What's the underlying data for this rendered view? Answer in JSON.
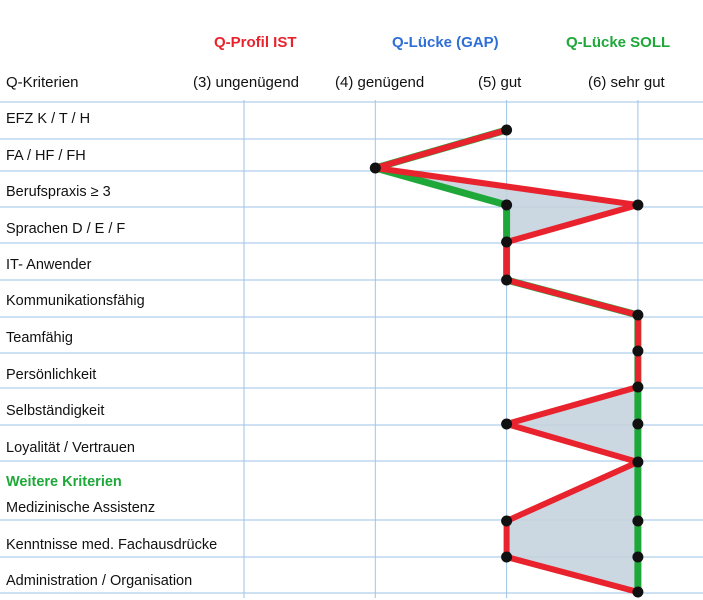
{
  "legend": {
    "ist": "Q-Profil IST",
    "gap": "Q-Lücke (GAP)",
    "soll": "Q-Lücke SOLL"
  },
  "header": {
    "criteria": "Q-Kriterien",
    "levels": [
      "(3) ungenügend",
      "(4) genügend",
      "(5) gut",
      "(6) sehr gut"
    ]
  },
  "section_label": "Weitere Kriterien",
  "colors": {
    "ist": "#e8232e",
    "gap": "#2e6fd6",
    "soll": "#1fa83a",
    "gap_fill": "#c5d3de",
    "grid": "#9ec3e6"
  },
  "chart_data": {
    "type": "line",
    "orientation": "horizontal",
    "x_ticks": [
      3,
      4,
      5,
      6
    ],
    "x_tick_labels": [
      "(3) ungenügend",
      "(4) genügend",
      "(5) gut",
      "(6) sehr gut"
    ],
    "xlim": [
      2,
      6
    ],
    "grid": true,
    "categories": [
      "EFZ  K / T / H",
      "FA / HF / FH",
      "Berufspraxis ≥ 3",
      "Sprachen D / E / F",
      "IT- Anwender",
      "Kommunikationsfähig",
      "Teamfähig",
      "Persönlichkeit",
      "Selbständigkeit",
      "Loyalität / Vertrauen",
      "Medizinische Assistenz",
      "Kenntnisse med. Fachausdrücke",
      "Administration / Organisation"
    ],
    "series": [
      {
        "name": "Q-Lücke SOLL",
        "values": [
          5,
          4,
          5,
          5,
          5,
          6,
          6,
          6,
          6,
          6,
          6,
          6,
          6
        ]
      },
      {
        "name": "Q-Profil IST",
        "values": [
          5,
          4,
          6,
          5,
          5,
          6,
          6,
          6,
          5,
          6,
          5,
          5,
          6
        ]
      }
    ]
  }
}
